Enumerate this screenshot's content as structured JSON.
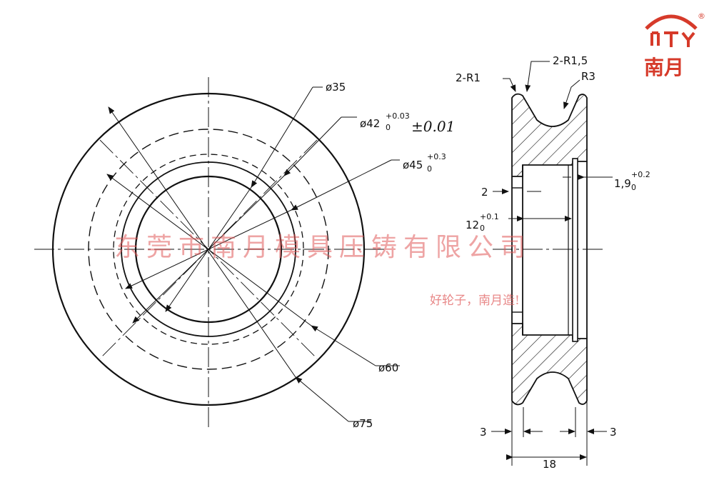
{
  "colors": {
    "line": "#111111",
    "watermark": "#e05a5a",
    "logo": "#d63a2a"
  },
  "logo": {
    "text": "南月",
    "registered": "®",
    "icon": "nanyue-logo-icon"
  },
  "watermark": {
    "company": "东莞市南月模具压铸有限公司",
    "slogan": "好轮子，南月造!"
  },
  "front_view": {
    "d35": {
      "text": "ø35"
    },
    "d42": {
      "text": "ø42",
      "sup": "+0.03",
      "sub": "0",
      "note": "±0.01"
    },
    "d45": {
      "text": "ø45",
      "sup": "+0.3",
      "sub": "0"
    },
    "d60": {
      "text": "ø60"
    },
    "d75": {
      "text": "ø75"
    }
  },
  "side_view": {
    "r1": {
      "text": "2-R1"
    },
    "r15": {
      "text": "2-R1,5"
    },
    "r3": {
      "text": "R3"
    },
    "groove": {
      "text": "1,9",
      "sup": "+0.2",
      "sub": "0"
    },
    "d2": {
      "text": "2"
    },
    "d12": {
      "text": "12",
      "sup": "+0.1",
      "sub": "0"
    },
    "d3l": {
      "text": "3"
    },
    "d3r": {
      "text": "3"
    },
    "d18": {
      "text": "18"
    }
  }
}
